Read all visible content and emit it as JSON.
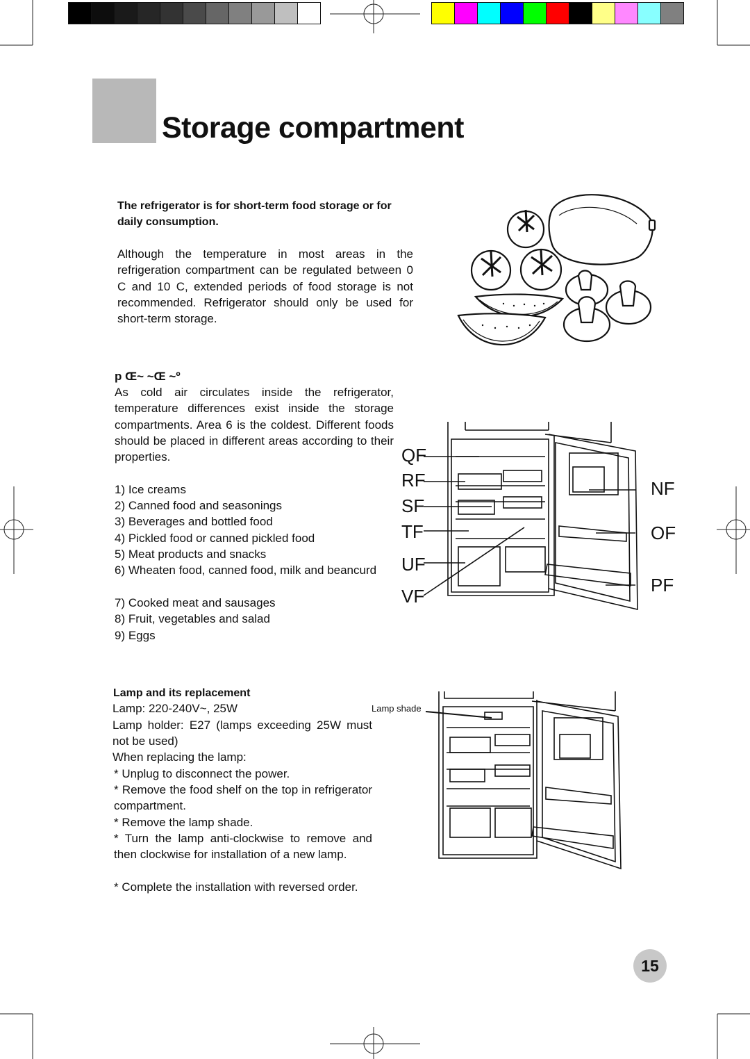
{
  "color_bar": {
    "grays": [
      "#000000",
      "#0d0d0d",
      "#1a1a1a",
      "#262626",
      "#333333",
      "#4a4a4a",
      "#666666",
      "#808080",
      "#999999",
      "#bfbfbf",
      "#ffffff"
    ],
    "colors": [
      "#ffff00",
      "#ff00ff",
      "#00ffff",
      "#0000ff",
      "#00ff00",
      "#ff0000",
      "#000000",
      "#ffff88",
      "#ff88ff",
      "#88ffff",
      "#808080"
    ]
  },
  "title": "Storage compartment",
  "intro": {
    "heading": "The refrigerator is for short-term food storage or for daily consumption.",
    "body": "Although the temperature in most areas in the refrigeration compartment can be regulated between 0 C and 10 C, extended periods of food storage is not recommended. Refrigerator should only be used for short-term storage."
  },
  "zones": {
    "heading": "p  Œ~  ~Œ ~º",
    "body": "As cold air circulates inside the refrigerator, temperature differences exist inside the storage compartments. Area 6 is the coldest. Different foods should be placed in different areas according to their properties.",
    "items": [
      "1) Ice creams",
      "2) Canned food and seasonings",
      "3) Beverages and bottled food",
      "4) Pickled food or canned pickled food",
      "5) Meat products and snacks",
      "6) Wheaten food, canned food, milk and beancurd",
      "7) Cooked meat and sausages",
      "8) Fruit, vegetables and salad",
      "9) Eggs"
    ]
  },
  "callouts": {
    "left": [
      "QF",
      "RF",
      "SF",
      "TF",
      "UF",
      "VF"
    ],
    "right": [
      "NF",
      "OF",
      "PF"
    ]
  },
  "lamp": {
    "heading": "Lamp and its replacement",
    "spec": "Lamp: 220-240V~, 25W",
    "holder": "Lamp holder: E27 (lamps exceeding 25W must not be used)",
    "intro": "When replacing the lamp:",
    "steps": [
      "* Unplug to disconnect the power.",
      "* Remove the food shelf on the top in refrigerator compartment.",
      "* Remove the lamp shade.",
      "* Turn the lamp anti-clockwise to remove and then clockwise for installation of a new lamp.",
      "* Complete the installation with reversed order."
    ],
    "diagram_label": "Lamp shade"
  },
  "page_number": "15"
}
